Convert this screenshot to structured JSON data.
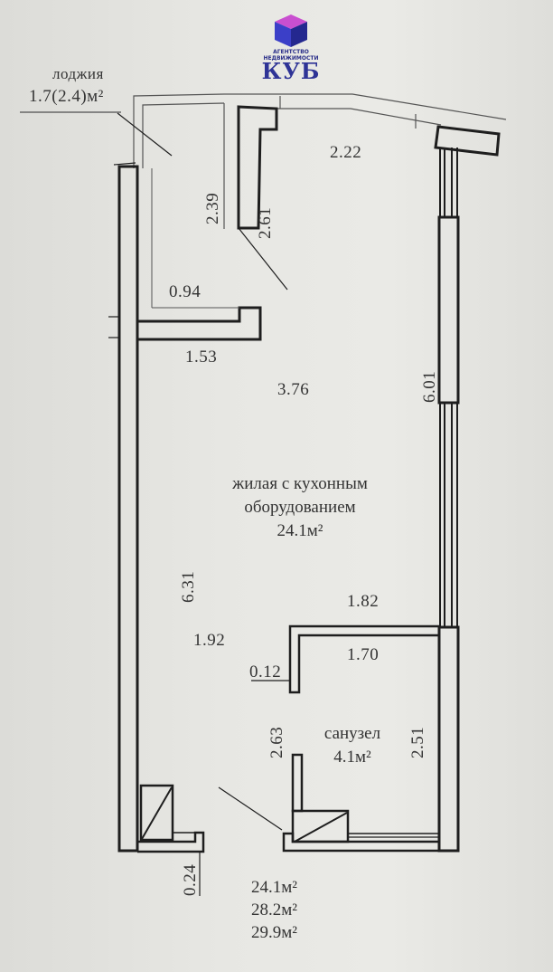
{
  "logo": {
    "subtitle_line1": "АГЕНТСТВО",
    "subtitle_line2": "НЕДВИЖИМОСТИ",
    "brand": "КУБ",
    "colors": {
      "cube_top": "#c94fd0",
      "cube_left": "#3b3fc8",
      "cube_right": "#24288f",
      "text": "#2e3396"
    }
  },
  "loggia": {
    "label": "лоджия",
    "area": "1.7(2.4)м²"
  },
  "rooms": {
    "living": {
      "name_line1": "жилая с кухонным",
      "name_line2": "оборудованием",
      "area": "24.1м²"
    },
    "bathroom": {
      "name": "санузел",
      "area": "4.1м²"
    }
  },
  "dimensions": {
    "d_2_22": "2.22",
    "d_2_39": "2.39",
    "d_2_61": "2.61",
    "d_0_94": "0.94",
    "d_1_53": "1.53",
    "d_3_76": "3.76",
    "d_6_01": "6.01",
    "d_6_31": "6.31",
    "d_1_82": "1.82",
    "d_1_92": "1.92",
    "d_1_70": "1.70",
    "d_0_12": "0.12",
    "d_2_63": "2.63",
    "d_2_51": "2.51",
    "d_0_24": "0.24"
  },
  "totals": {
    "living_area": "24.1м²",
    "total_area": "28.2м²",
    "total_with_loggia": "29.9м²"
  }
}
